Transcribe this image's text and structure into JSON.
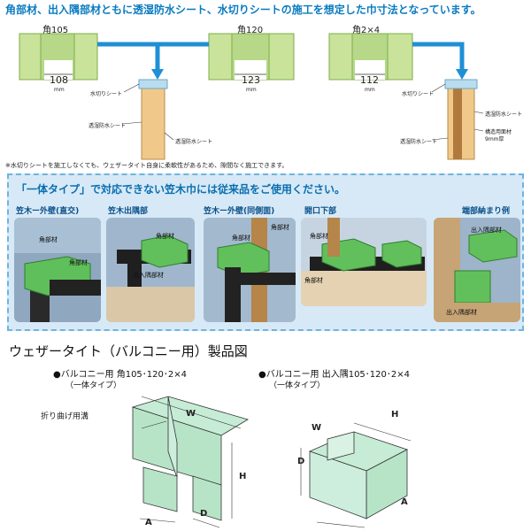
{
  "header": "角部材、出入隅部材ともに透湿防水シート、水切りシートの施工を想定した巾寸法となっています。",
  "sizes": [
    {
      "name": "角105",
      "dim": "108",
      "unit": "mm"
    },
    {
      "name": "角120",
      "dim": "123",
      "unit": "mm"
    },
    {
      "name": "角2×4",
      "dim": "112",
      "unit": "mm"
    }
  ],
  "callouts_left": [
    "水切りシート",
    "透湿防水シート",
    "透湿防水シート"
  ],
  "callouts_right": [
    "水切りシート",
    "透湿防水シート",
    "構造用面材",
    "9mm厚",
    "透湿防水シート"
  ],
  "note": "※水切りシートを施工しなくても、ウェザータイト自身に柔軟性があるため、隙間なく施工できます。",
  "banner": {
    "title": "「一体タイプ」で対応できない笠木巾には従来品をご使用ください。",
    "photos": [
      {
        "caption": "笠木ー外壁(直交)",
        "tags": [
          "角部材",
          "角部材"
        ]
      },
      {
        "caption": "笠木出隅部",
        "tags": [
          "角部材",
          "出入隅部材"
        ]
      },
      {
        "caption": "笠木ー外壁(同側面)",
        "tags": [
          "角部材",
          "角部材"
        ]
      },
      {
        "caption": "開口下部",
        "tags": [
          "角部材",
          "角部材"
        ]
      },
      {
        "caption": "端部納まり例",
        "tags": [
          "出入隅部材",
          "出入隅部材"
        ]
      }
    ]
  },
  "products": {
    "title": "ウェザータイト（バルコニー用）製品図",
    "left": {
      "name": "●バルコニー用 角105･120･2×4",
      "type": "（一体タイプ）",
      "groove": "折り曲げ用溝",
      "dims": [
        "W",
        "H",
        "A",
        "D"
      ]
    },
    "right": {
      "name": "●バルコニー用 出入隅105･120･2×4",
      "type": "（一体タイプ）",
      "dims": [
        "W",
        "H",
        "D",
        "A"
      ]
    }
  }
}
